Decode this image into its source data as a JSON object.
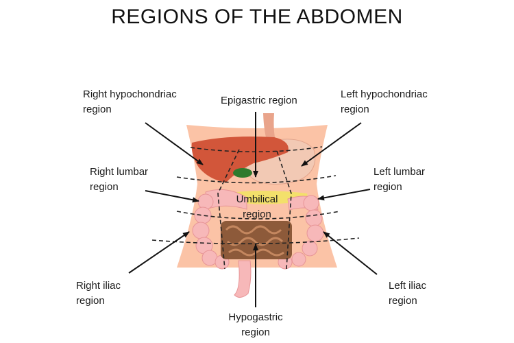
{
  "title": "REGIONS OF THE ABDOMEN",
  "regions": {
    "right_hypochondriac": {
      "line1": "Right hypochondriac",
      "line2": "region"
    },
    "epigastric": {
      "line1": "Epigastric region"
    },
    "left_hypochondriac": {
      "line1": "Left hypochondriac",
      "line2": "region"
    },
    "right_lumbar": {
      "line1": "Right lumbar",
      "line2": "region"
    },
    "left_lumbar": {
      "line1": "Left lumbar",
      "line2": "region"
    },
    "umbilical": {
      "line1": "Umbilical",
      "line2": "region"
    },
    "right_iliac": {
      "line1": "Right iliac",
      "line2": "region"
    },
    "left_iliac": {
      "line1": "Left iliac",
      "line2": "region"
    },
    "hypogastric": {
      "line1": "Hypogastric",
      "line2": "region"
    }
  },
  "colors": {
    "skin": "#fbc3a6",
    "liver": "#d2563a",
    "stomach": "#f2c9b4",
    "intestine": "#f7b8b9",
    "small_intestine": "#8d5a3a",
    "gallbladder": "#2f7a2c",
    "pancreas": "#f3e06b",
    "divider": "#222222"
  }
}
